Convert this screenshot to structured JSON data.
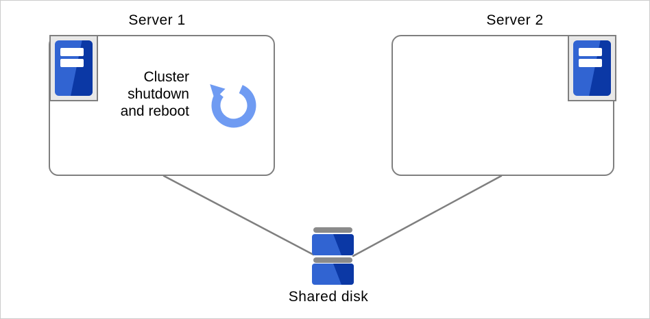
{
  "diagram": {
    "server1": {
      "title": "Server 1",
      "annotation": "Cluster\nshutdown\nand reboot"
    },
    "server2": {
      "title": "Server 2"
    },
    "shared_disk": {
      "label": "Shared disk"
    }
  },
  "icons": {
    "server1": "server-tower-icon",
    "server2": "server-tower-icon",
    "action": "reboot-arrow-icon",
    "shared_disk": "disk-stack-icon"
  },
  "colors": {
    "background": "#ffffff",
    "frame": "#cbcbcb",
    "outline": "#7f7f7f",
    "connector": "#7f7f7f",
    "plate_fill": "#e8e8e8",
    "blue_light": "#3164d2",
    "blue_dark": "#0b38a5",
    "cap_gray": "#8a8a8a",
    "reboot_blue": "#6f9bf2",
    "text": "#000000"
  }
}
